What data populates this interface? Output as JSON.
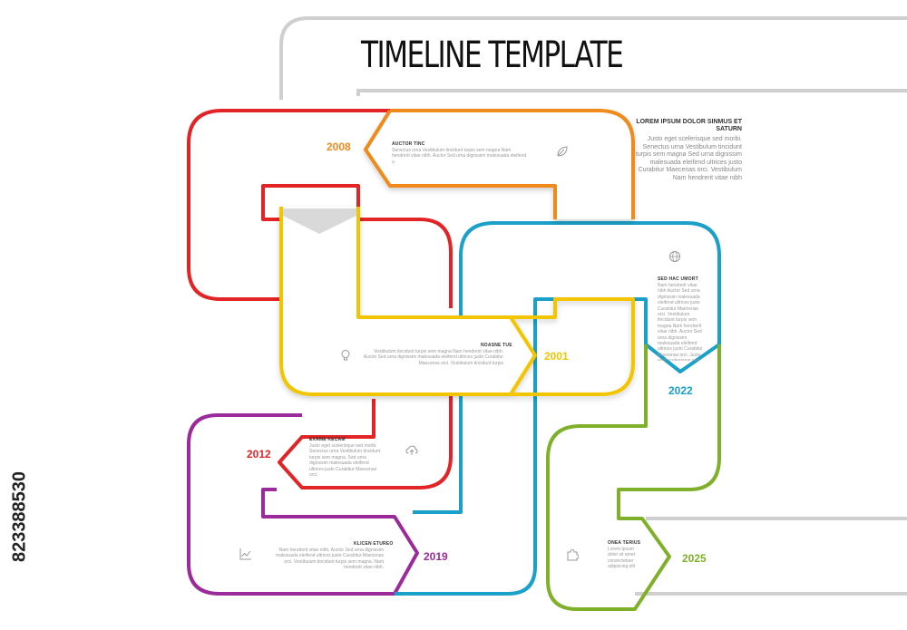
{
  "title": "TIMELINE TEMPLATE",
  "side_note": {
    "heading": "LOREM IPSUM DOLOR SINMUS ET SATURN",
    "body": "Justo eget scelerisque sed morbi. Senectus urna Vestibulum tincidunt turpis sem magna Sed urna dignissim malesuada eleifend ultrices justo Curabitur Maecenas orci. Vestibulum Nam hendrerit vitae nibh"
  },
  "milestones": [
    {
      "year": "2008",
      "color": "#f08a1c",
      "heading": "AUCTOR TINC",
      "body": "Senectus urna Vestibulum tincidunt turpis sem magna Nam hendrerit vitae nibh. Auctor Sed urna dignissim malesuada eleifend u",
      "icon": "leaf-icon"
    },
    {
      "year": "2001",
      "color": "#f2c500",
      "heading": "NOASNE TUE",
      "body": "Vestibulum tincidunt turpis sem magna Nam hendrerit vitae nibh. Auctor Sed urna dignissim malesuada eleifend ultrices justo Curabitur Maecenas orci. Vestibulum tincidunt turpis",
      "icon": "lightbulb-icon"
    },
    {
      "year": "2022",
      "color": "#1aa0c9",
      "heading": "SED HAC UMORT",
      "body": "Nam hendrerit vitae nibh Auctor Sed urna dignissim malesuada eleifend ultrices justo Curabitur Maecenas orci. Vestibulum tincidunt turpis sem magna Nam hendrerit vitae nibh. Auctor Sed urna dignissim malesuada eleifend ultrices justo Curabitur Maecenas orci. Justo eget scelerisque sed morbi. Senectus urna Vestibulum tincidunt turpis sem magna. Auctor Sedin Senectus",
      "icon": "globe-icon"
    },
    {
      "year": "2012",
      "color": "#e32426",
      "heading": "EXAME KECAM",
      "body": "Justo eget scelerisque sed morbi. Senectus urna Vestibulum tincidunt turpis sem magna. Sed urna dignissim malesuada eleifend ultrices justo Curabitur Maecenas orci.",
      "icon": "cloud-upload-icon"
    },
    {
      "year": "2019",
      "color": "#9b2a9b",
      "heading": "KLICEN ETUREO",
      "body": "Nam hendrerit vitae nibh. Auctor Sed urna dignissim malesuada eleifend ultrices justo Curabitur Maecenas orci. Vestibulum tincidunt turpis sem magna. Nam hendrerit vitae nibh.",
      "icon": "line-chart-icon"
    },
    {
      "year": "2025",
      "color": "#7fb02a",
      "heading": "ONEA TERIUS",
      "body": "Lorem ipsum dolor sit amet consectetuer adipiscing elit",
      "icon": "puzzle-icon"
    }
  ],
  "watermark_id": "823388530",
  "colors": {
    "red": "#e32426",
    "orange": "#f08a1c",
    "yellow": "#f2c500",
    "blue": "#1aa0c9",
    "green": "#7fb02a",
    "purple": "#9b2a9b",
    "grey_frame": "#cfcfcf"
  }
}
